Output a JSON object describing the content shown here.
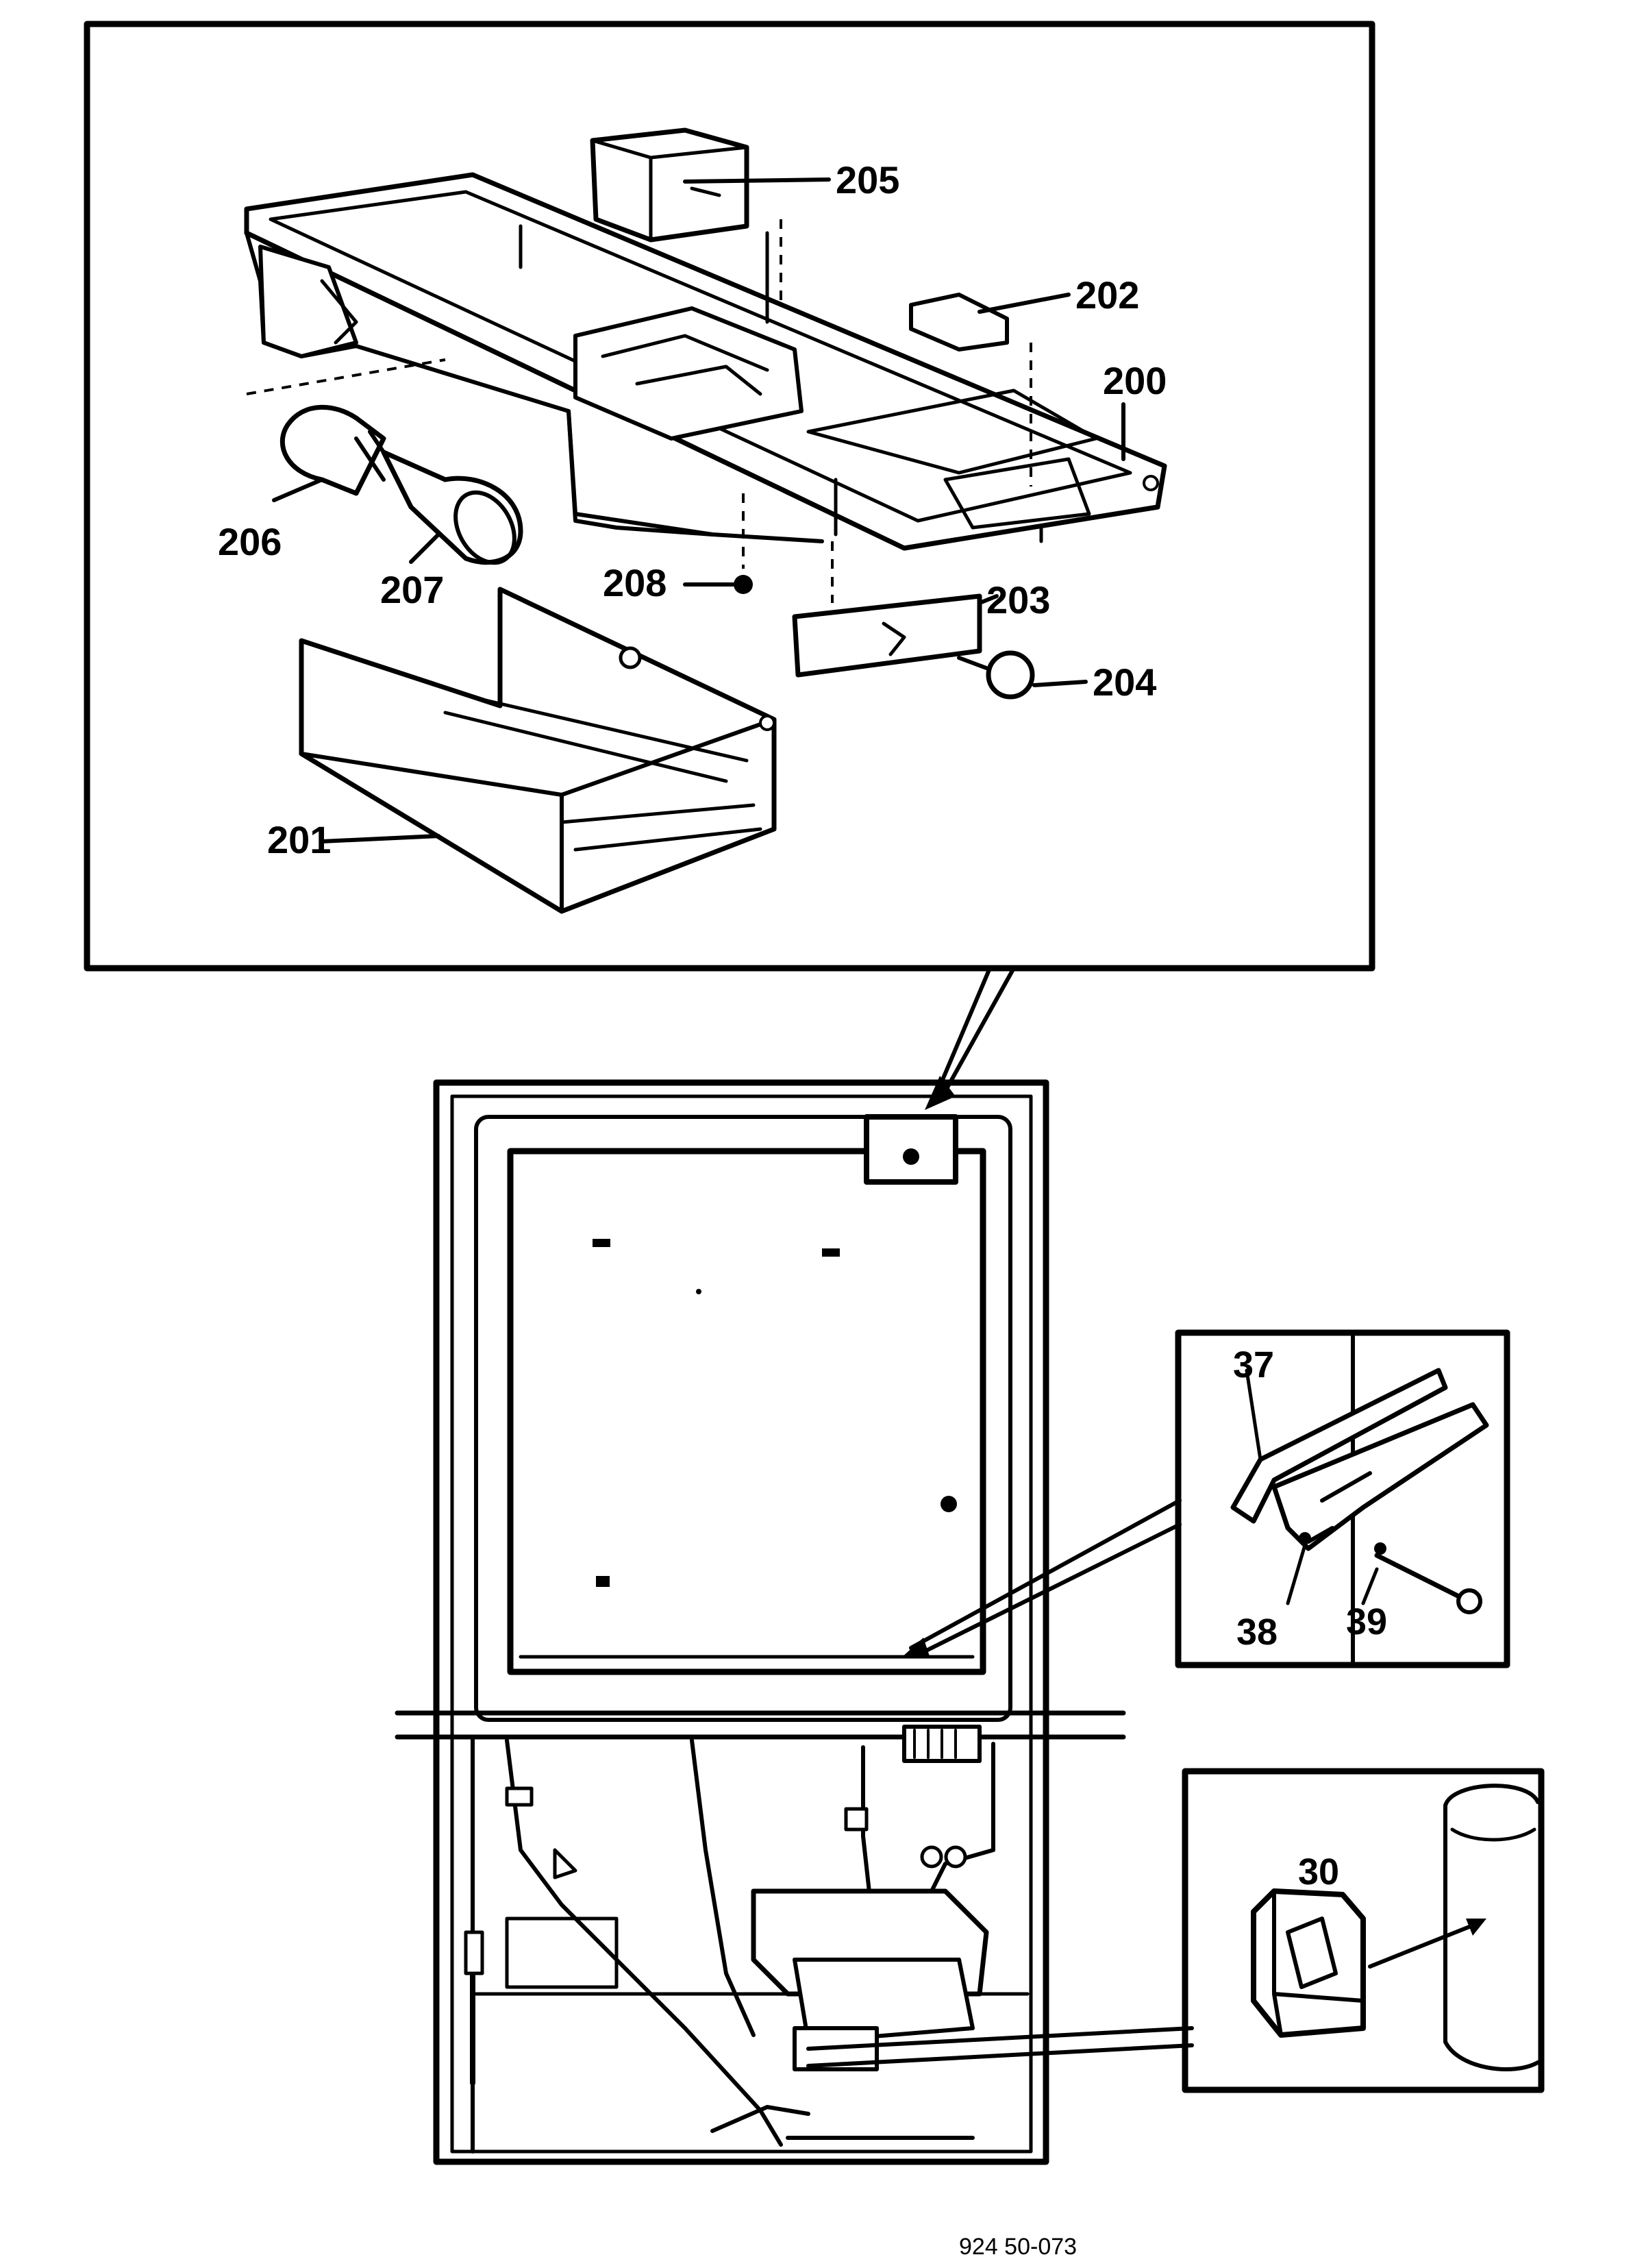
{
  "labels": {
    "p200": "200",
    "p201": "201",
    "p202": "202",
    "p203": "203",
    "p204": "204",
    "p205": "205",
    "p206": "206",
    "p207": "207",
    "p208": "208",
    "p37": "37",
    "p38": "38",
    "p39": "39",
    "p30": "30"
  },
  "drawing_code": "924 50-073"
}
